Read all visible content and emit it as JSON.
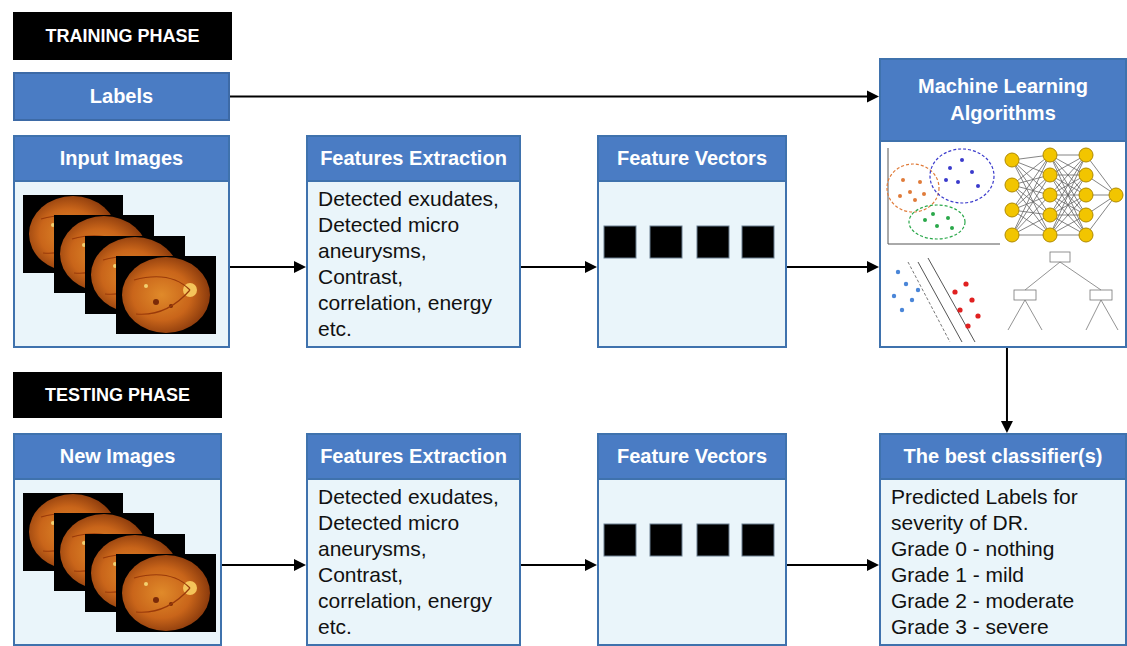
{
  "diagram": {
    "nodes": [
      {
        "text": [
          "TRAINING PHASE"
        ]
      },
      {
        "text": [
          "Labels"
        ]
      },
      {
        "text": [
          "Input Images"
        ]
      },
      {
        "text": [
          "Features Extraction",
          "Detected exudates, Detected micro aneurysms, Contrast, correlation, energy etc."
        ]
      },
      {
        "text": [
          "Feature Vectors"
        ]
      },
      {
        "text": [
          "Machine Learning Algorithms"
        ]
      },
      {
        "text": [
          "TESTING PHASE"
        ]
      },
      {
        "text": [
          "New Images"
        ]
      },
      {
        "text": [
          "Features Extraction",
          "Detected exudates, Detected micro aneurysms, Contrast, correlation, energy etc."
        ]
      },
      {
        "text": [
          "Feature Vectors"
        ]
      },
      {
        "text": [
          "The best classifier(s)",
          "Predicted Labels for severity of DR.",
          "Grade 0 - nothing",
          "Grade 1 - mild",
          "Grade 2 - moderate",
          "Grade 3 - severe"
        ]
      }
    ],
    "edges": [
      {
        "from": 1,
        "to": 5,
        "arrow": "to"
      },
      {
        "from": 2,
        "to": 3,
        "arrow": "to"
      },
      {
        "from": 3,
        "to": 4,
        "arrow": "to"
      },
      {
        "from": 4,
        "to": 5,
        "arrow": "to"
      },
      {
        "from": 5,
        "to": 10,
        "arrow": "to"
      },
      {
        "from": 7,
        "to": 8,
        "arrow": "to"
      },
      {
        "from": 8,
        "to": 9,
        "arrow": "to"
      },
      {
        "from": 9,
        "to": 10,
        "arrow": "to"
      }
    ]
  }
}
